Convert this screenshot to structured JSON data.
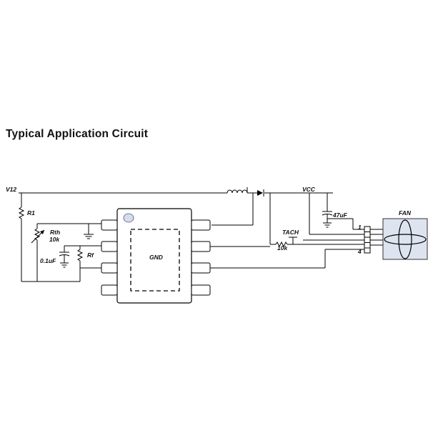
{
  "title": "Typical Application Circuit",
  "labels": {
    "v12": "V12",
    "r1": "R1",
    "rth": "Rth",
    "rth_value": "10k",
    "c1": "0.1uF",
    "rf": "Rf",
    "gnd": "GND",
    "vcc": "VCC",
    "c2": "47uF",
    "tach": "TACH",
    "tach_r": "10k",
    "pin1": "1",
    "pin4": "4",
    "fan": "FAN"
  },
  "colors": {
    "chip_dot": "#d4dcf4",
    "fan_fill": "#dde3ef",
    "line": "#000000"
  }
}
